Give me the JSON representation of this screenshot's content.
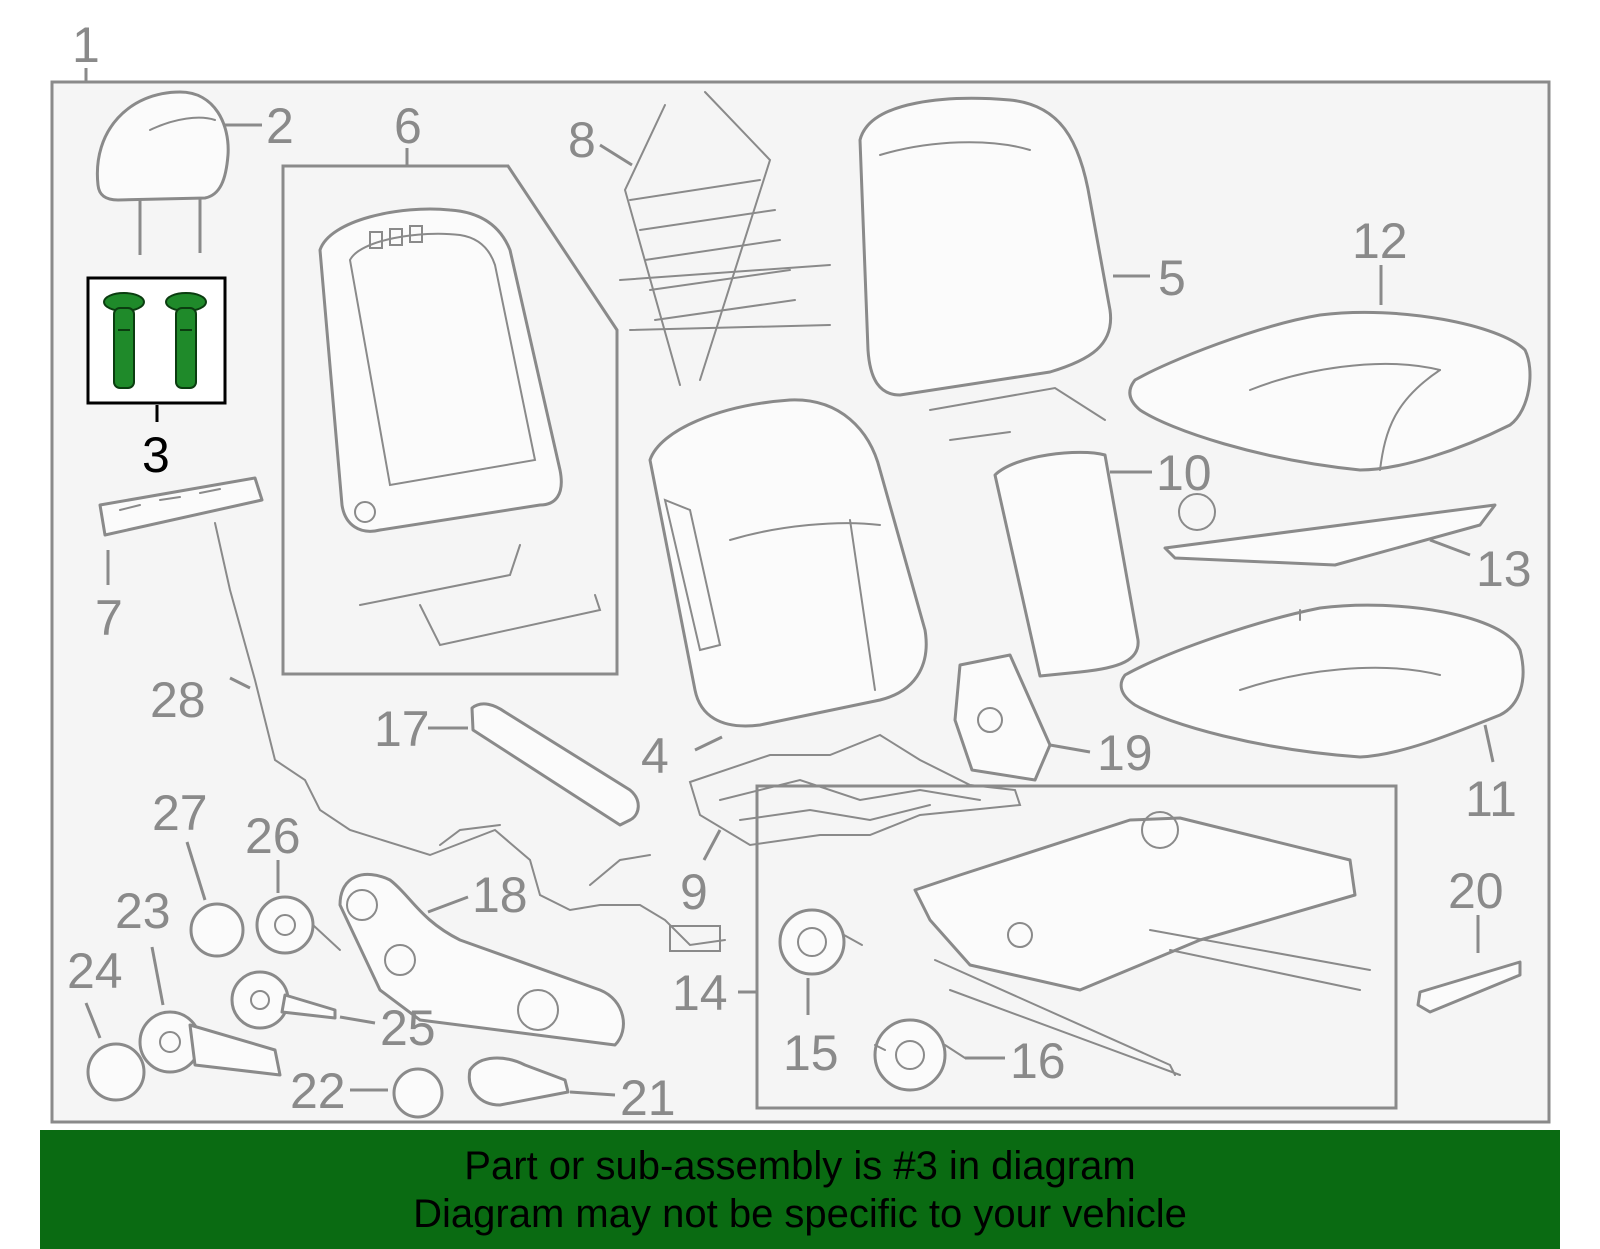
{
  "banner": {
    "line1": "Part or sub-assembly is #3 in diagram",
    "line2": "Diagram may not be specific to your vehicle"
  },
  "colors": {
    "banner_background": "#0a6b12",
    "highlight_part": "#1f8a2a",
    "line_art": "#8a8a8a",
    "frame_background": "#f5f5f5"
  },
  "highlighted_callout": "3",
  "callouts": {
    "c1": "1",
    "c2": "2",
    "c3": "3",
    "c4": "4",
    "c5": "5",
    "c6": "6",
    "c7": "7",
    "c8": "8",
    "c9": "9",
    "c10": "10",
    "c11": "11",
    "c12": "12",
    "c13": "13",
    "c14": "14",
    "c15": "15",
    "c16": "16",
    "c17": "17",
    "c18": "18",
    "c19": "19",
    "c20": "20",
    "c21": "21",
    "c22": "22",
    "c23": "23",
    "c24": "24",
    "c25": "25",
    "c26": "26",
    "c27": "27",
    "c28": "28"
  }
}
